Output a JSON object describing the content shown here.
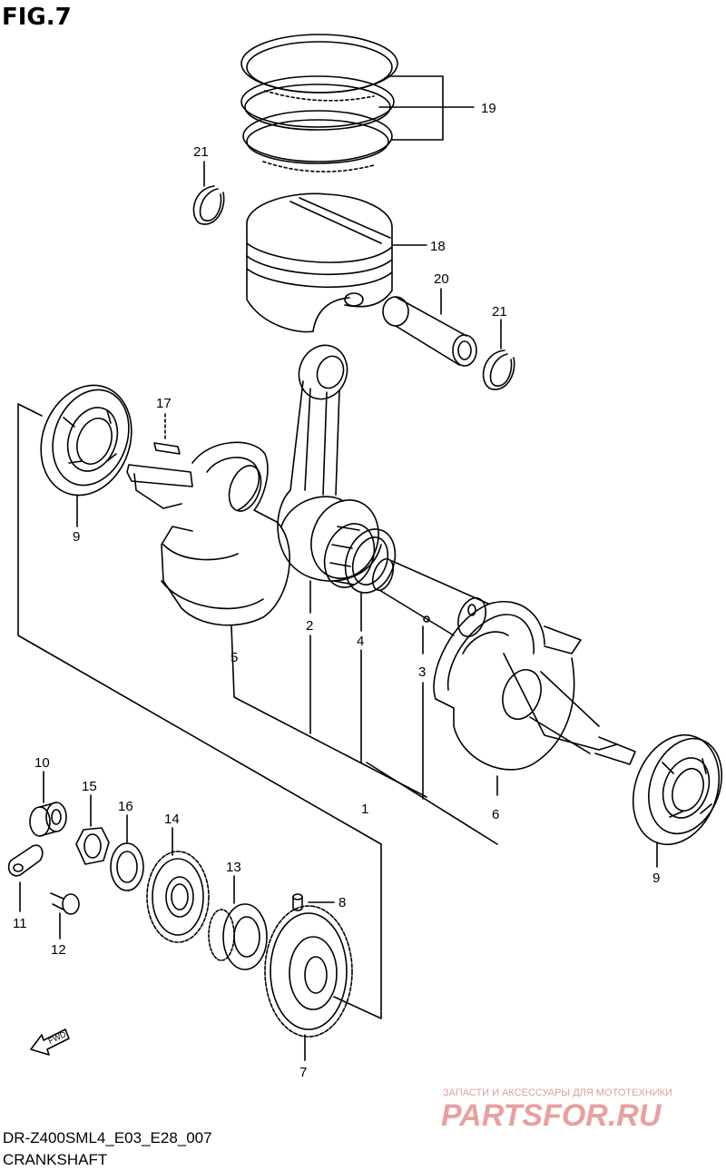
{
  "figure": {
    "title": "FIG.7",
    "code": "DR-Z400SML4_E03_E28_007",
    "name": "CRANKSHAFT"
  },
  "watermark": {
    "text": "ЗАПАСТИ И АКСЕССУАРЫ ДЛЯ МОТОТЕХНИКИ",
    "logo": "PARTSFOR.RU",
    "color": "#e06a6a"
  },
  "fwd_label": "FWD",
  "part_labels": [
    {
      "key": "p19",
      "text": "19"
    },
    {
      "key": "p21a",
      "text": "21"
    },
    {
      "key": "p18",
      "text": "18"
    },
    {
      "key": "p20",
      "text": "20"
    },
    {
      "key": "p21b",
      "text": "21"
    },
    {
      "key": "p17",
      "text": "17"
    },
    {
      "key": "p9a",
      "text": "9"
    },
    {
      "key": "p2",
      "text": "2"
    },
    {
      "key": "p4",
      "text": "4"
    },
    {
      "key": "p5",
      "text": "5"
    },
    {
      "key": "p3",
      "text": "3"
    },
    {
      "key": "p1",
      "text": "1"
    },
    {
      "key": "p6",
      "text": "6"
    },
    {
      "key": "p9b",
      "text": "9"
    },
    {
      "key": "p10",
      "text": "10"
    },
    {
      "key": "p15",
      "text": "15"
    },
    {
      "key": "p16",
      "text": "16"
    },
    {
      "key": "p14",
      "text": "14"
    },
    {
      "key": "p13",
      "text": "13"
    },
    {
      "key": "p8",
      "text": "8"
    },
    {
      "key": "p11",
      "text": "11"
    },
    {
      "key": "p12",
      "text": "12"
    },
    {
      "key": "p7",
      "text": "7"
    }
  ]
}
